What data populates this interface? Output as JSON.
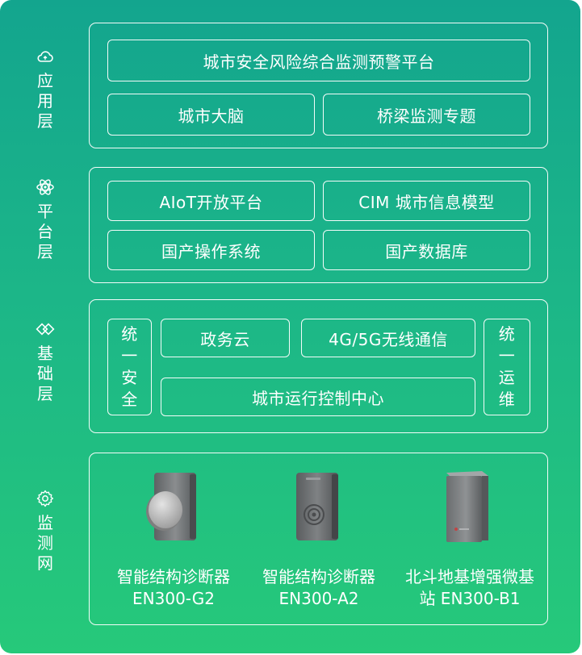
{
  "layers": {
    "application": {
      "label": "应用层",
      "icon": "cloud-icon",
      "top_box": "城市安全风险综合监测预警平台",
      "boxes": [
        "城市大脑",
        "桥梁监测专题"
      ]
    },
    "platform": {
      "label": "平台层",
      "icon": "atom-icon",
      "boxes": [
        "AIoT开放平台",
        "CIM 城市信息模型",
        "国产操作系统",
        "国产数据库"
      ]
    },
    "foundation": {
      "label": "基础层",
      "icon": "diamond-link-icon",
      "left_vertical": "统一安全",
      "right_vertical": "统一运维",
      "boxes": [
        "政务云",
        "4G/5G无线通信"
      ],
      "wide_box": "城市运行控制中心"
    },
    "monitoring": {
      "label": "监测网",
      "icon": "gear-icon",
      "devices": [
        {
          "name": "智能结构诊断器",
          "model": "EN300-G2"
        },
        {
          "name": "智能结构诊断器",
          "model": "EN300-A2"
        },
        {
          "name": "北斗地基增强微基",
          "model": "站 EN300-B1"
        }
      ]
    }
  },
  "colors": {
    "gradient_top": "#13a58e",
    "gradient_bottom": "#26c97a",
    "line": "#ffffff"
  }
}
